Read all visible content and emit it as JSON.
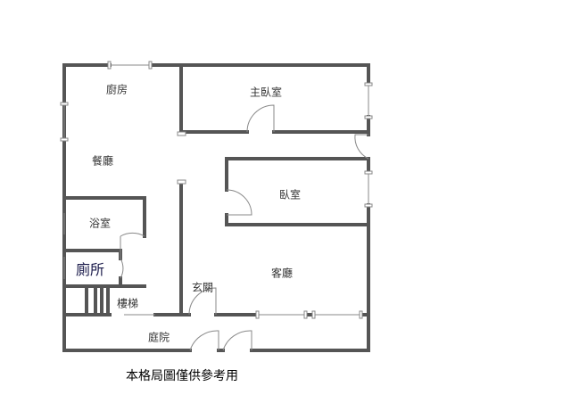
{
  "rooms": {
    "kitchen": "廚房",
    "dining": "餐廳",
    "bathroom": "浴室",
    "toilet": "廁所",
    "stairs": "樓梯",
    "courtyard": "庭院",
    "entrance": "玄關",
    "living": "客廳",
    "bedroom": "臥室",
    "master_bedroom": "主臥室"
  },
  "caption": "本格局圖僅供參考用",
  "colors": {
    "wall": "#555555",
    "window": "#888888"
  }
}
